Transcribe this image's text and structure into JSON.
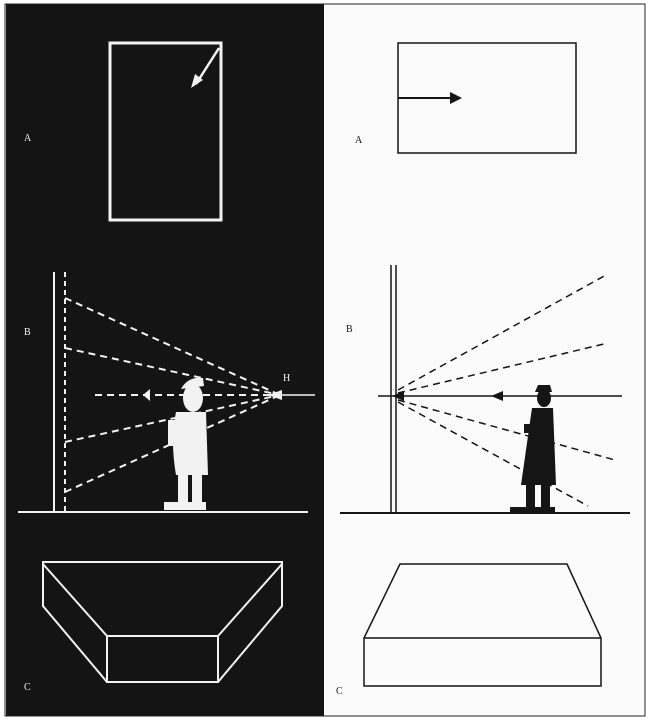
{
  "panels": {
    "left": {
      "theme": "dark",
      "background": "#141414",
      "foreground": "#f2f2f2",
      "labels": {
        "a": "A",
        "b": "B",
        "c": "C"
      },
      "eye_marker": "H"
    },
    "right": {
      "theme": "light",
      "background": "#fbfbfb",
      "foreground": "#151515",
      "labels": {
        "a": "A",
        "b": "B",
        "c": "C"
      }
    }
  }
}
